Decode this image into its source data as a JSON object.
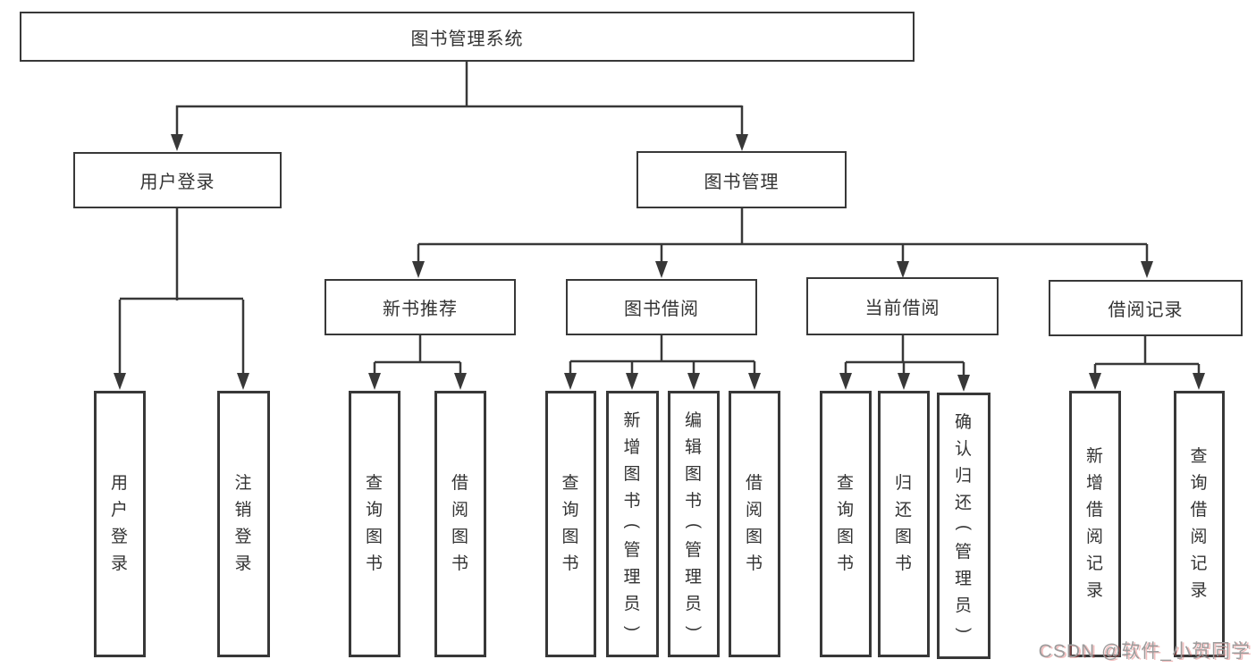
{
  "nodes": {
    "root": "图书管理系统",
    "user_login": "用户登录",
    "book_management": "图书管理",
    "new_book_recommend": "新书推荐",
    "book_borrowing": "图书借阅",
    "current_borrowing": "当前借阅",
    "borrowing_records": "借阅记录",
    "leaf_user_login": "用户登录",
    "leaf_logout": "注销登录",
    "leaf_query_books_rec": "查询图书",
    "leaf_borrow_books_rec": "借阅图书",
    "leaf_query_books_borrow": "查询图书",
    "leaf_add_book_admin": "新增图书（管理员）",
    "leaf_edit_book_admin": "编辑图书（管理员）",
    "leaf_borrow_books_borrow": "借阅图书",
    "leaf_query_books_current": "查询图书",
    "leaf_return_books": "归还图书",
    "leaf_confirm_return_admin": "确认归还（管理员）",
    "leaf_add_borrow_record": "新增借阅记录",
    "leaf_query_borrow_record": "查询借阅记录"
  },
  "watermark": "CSDN @软件_小贺同学",
  "colors": {
    "line": "#383838",
    "text": "#333333",
    "background": "#ffffff",
    "watermark": "#9c9c9c"
  }
}
